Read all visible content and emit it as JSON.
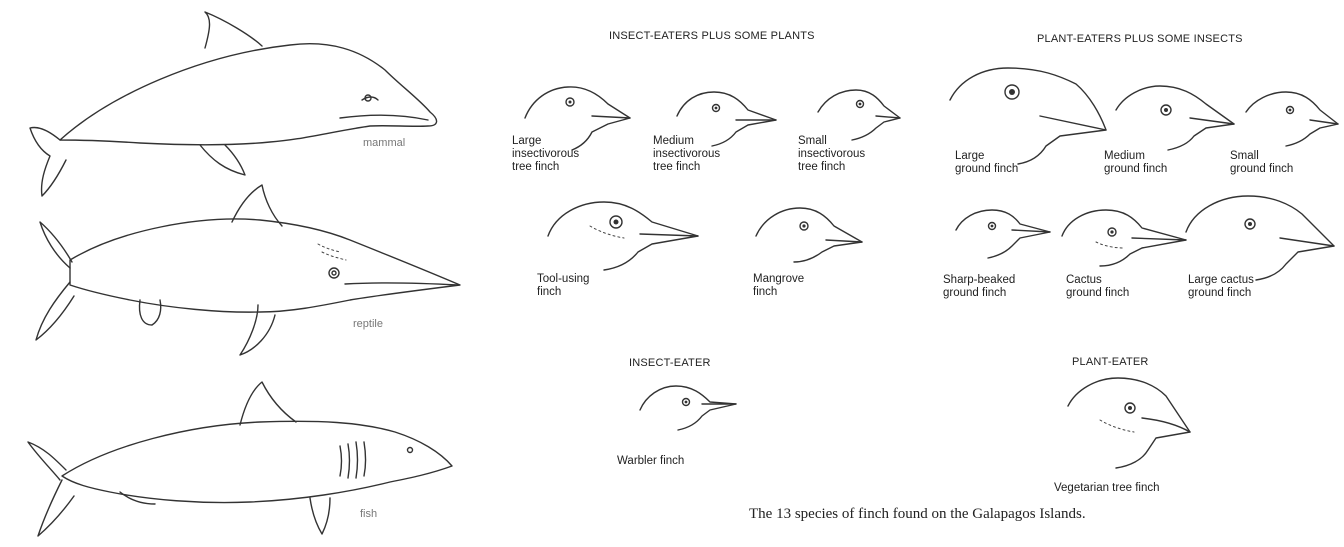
{
  "animals": {
    "mammal_label": "mammal",
    "reptile_label": "reptile",
    "fish_label": "fish"
  },
  "finches": {
    "heading_insect_plants": "INSECT-EATERS PLUS SOME PLANTS",
    "heading_plant_insects": "PLANT-EATERS PLUS SOME INSECTS",
    "heading_insect": "INSECT-EATER",
    "heading_plant": "PLANT-EATER",
    "large_insectivorous": "Large\ninsectivorous\ntree finch",
    "medium_insectivorous": "Medium\ninsectivorous\ntree finch",
    "small_insectivorous": "Small\ninsectivorous\ntree finch",
    "tool_using": "Tool-using\nfinch",
    "mangrove": "Mangrove\nfinch",
    "large_ground": "Large\nground finch",
    "medium_ground": "Medium\nground finch",
    "small_ground": "Small\nground finch",
    "sharp_beaked": "Sharp-beaked\nground finch",
    "cactus_ground": "Cactus\nground finch",
    "large_cactus": "Large cactus\nground finch",
    "warbler": "Warbler finch",
    "vegetarian": "Vegetarian tree finch"
  },
  "caption": "The 13 species of finch found on the Galapagos Islands."
}
